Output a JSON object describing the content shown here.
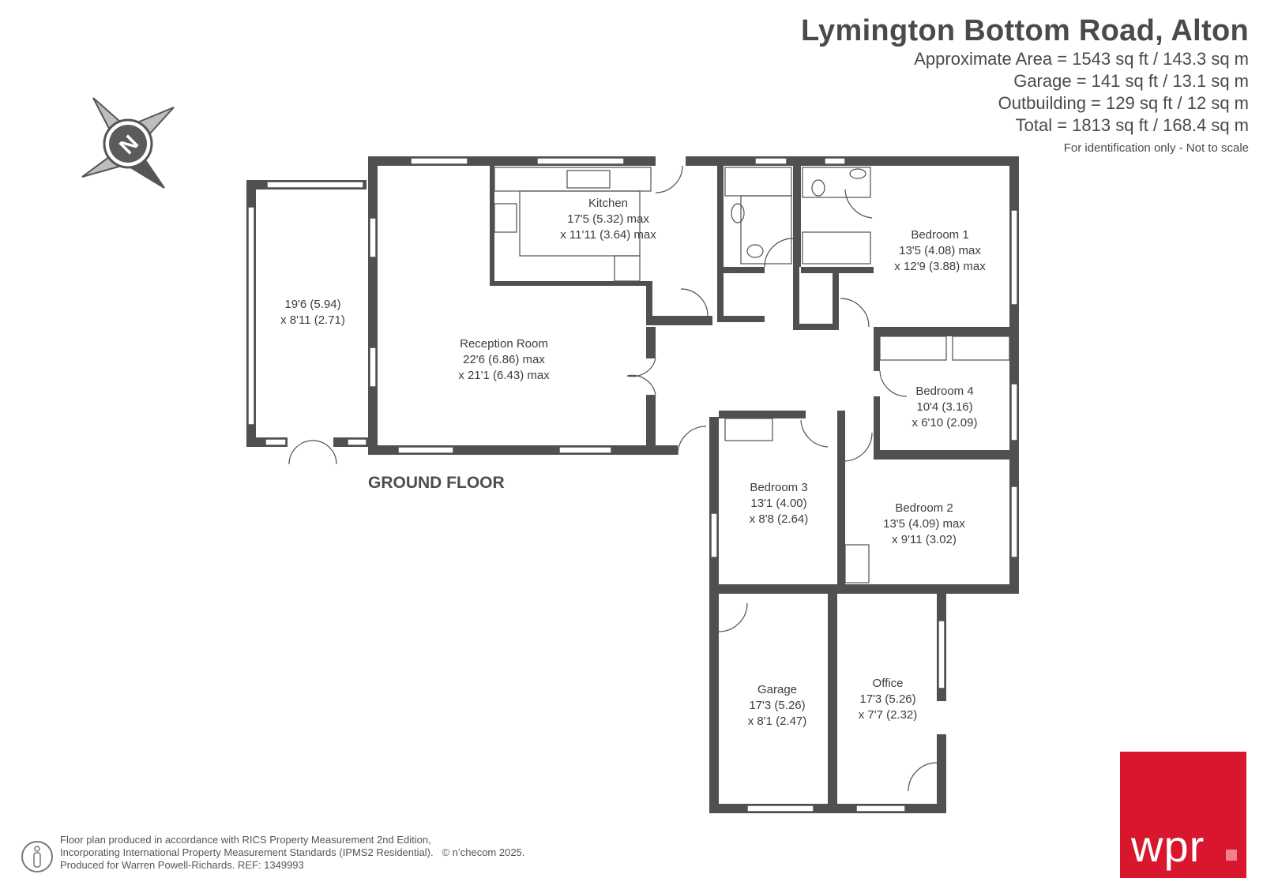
{
  "header": {
    "title": "Lymington Bottom Road,  Alton",
    "area_lines": [
      "Approximate Area = 1543 sq ft / 143.3 sq m",
      "Garage = 141 sq ft / 13.1 sq m",
      "Outbuilding = 129 sq ft / 12 sq m",
      "Total = 1813 sq ft / 168.4 sq m"
    ],
    "disclaimer": "For identification only - Not to scale"
  },
  "compass": {
    "label": "N",
    "icon": "compass-icon"
  },
  "floor_label": "GROUND FLOOR",
  "rooms": [
    {
      "id": "conservatory",
      "lines": [
        "19'6 (5.94)",
        "x 8'11 (2.71)"
      ]
    },
    {
      "id": "reception",
      "lines": [
        "Reception Room",
        "22'6 (6.86) max",
        "x 21'1 (6.43) max"
      ]
    },
    {
      "id": "kitchen",
      "lines": [
        "Kitchen",
        "17'5 (5.32) max",
        "x 11'11 (3.64) max"
      ]
    },
    {
      "id": "bedroom1",
      "lines": [
        "Bedroom 1",
        "13'5 (4.08) max",
        "x 12'9 (3.88) max"
      ]
    },
    {
      "id": "bedroom4",
      "lines": [
        "Bedroom 4",
        "10'4 (3.16)",
        "x 6'10 (2.09)"
      ]
    },
    {
      "id": "bedroom3",
      "lines": [
        "Bedroom 3",
        "13'1 (4.00)",
        "x 8'8 (2.64)"
      ]
    },
    {
      "id": "bedroom2",
      "lines": [
        "Bedroom 2",
        "13'5 (4.09) max",
        "x 9'11 (3.02)"
      ]
    },
    {
      "id": "garage",
      "lines": [
        "Garage",
        "17'3 (5.26)",
        "x 8'1 (2.47)"
      ]
    },
    {
      "id": "office",
      "lines": [
        "Office",
        "17'3 (5.26)",
        "x 7'7 (2.32)"
      ]
    }
  ],
  "footer": {
    "lines": [
      "Floor plan produced in accordance with RICS Property Measurement 2nd Edition,",
      "Incorporating International Property Measurement Standards (IPMS2 Residential).",
      "Produced for Warren Powell-Richards.   REF: 1349993"
    ],
    "copyright": "© n’checom 2025.",
    "icon": "person-icon"
  },
  "logo": {
    "text": "wpr",
    "color": "#d8172e"
  }
}
